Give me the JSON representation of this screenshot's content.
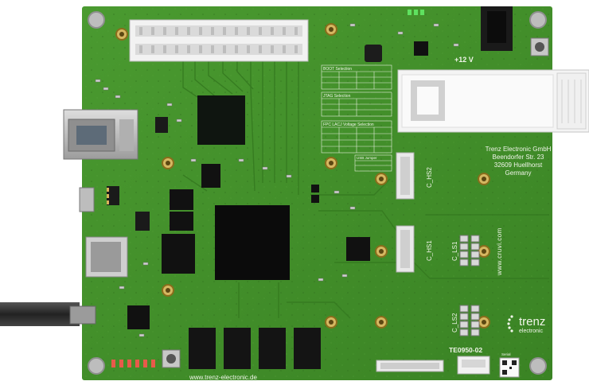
{
  "board": {
    "model": "TE0950-02",
    "website": "www.trenz-electronic.de",
    "vertical_url": "www.cruvi.com",
    "brand_logo": "trenz",
    "brand_logo_sub": "electronic",
    "power_label": "+12 V",
    "address": {
      "line1": "Trenz Electronic GmbH",
      "line2": "Beendorfer Str. 23",
      "line3": "32609 Huellhorst",
      "line4": "Germany"
    },
    "connectors": {
      "hs2": "C_HS2",
      "hs1": "C_HS1",
      "ls1": "C_LS1",
      "ls2": "C_LS2"
    },
    "tables": {
      "boot": "BOOT Selection",
      "jtag": "JTAG Selection",
      "fpc": "FPC LACJ Voltage Selection",
      "usb": "USB Jumper"
    },
    "serial_label": "Serial",
    "colors": {
      "pcb": "#3e8a28",
      "silk": "#f1f5ea",
      "chip": "#0a0a0a",
      "metal": "#c9c9c9",
      "gold": "#d9b25a"
    }
  }
}
